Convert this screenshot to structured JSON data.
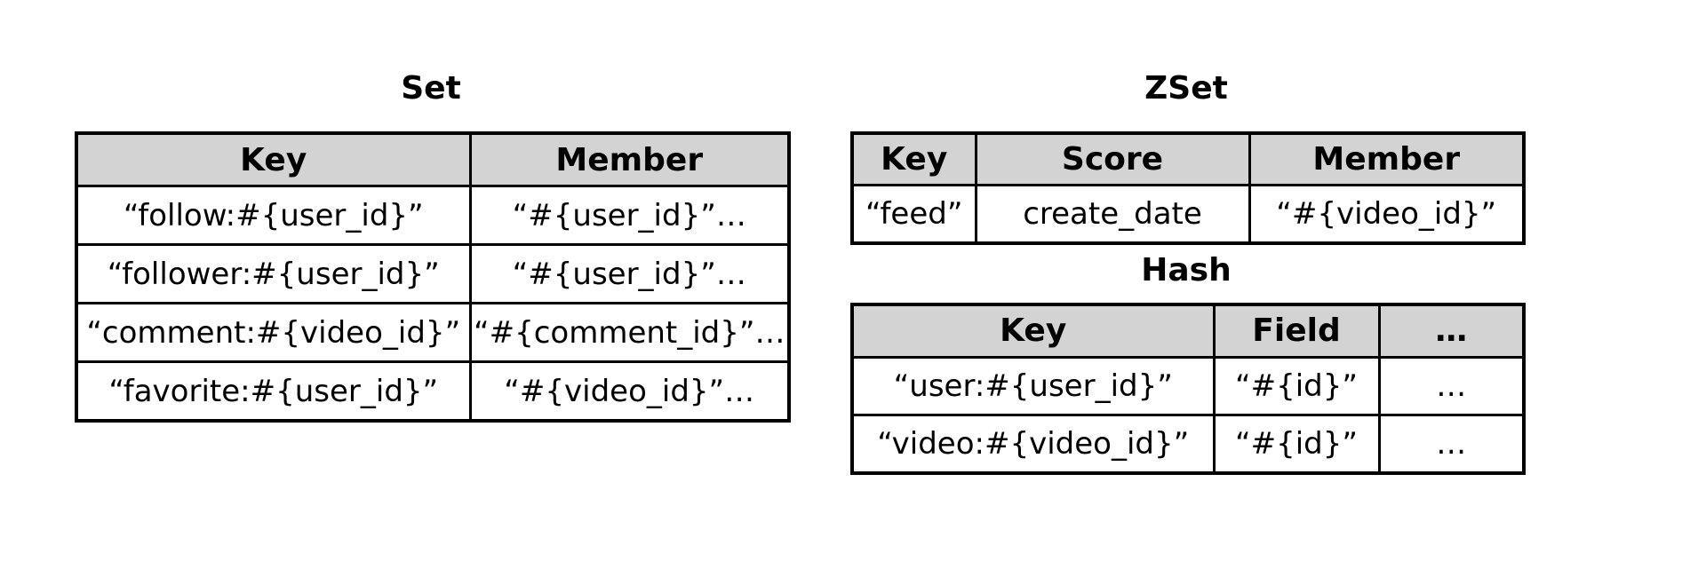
{
  "set": {
    "title": "Set",
    "headers": [
      "Key",
      "Member"
    ],
    "rows": [
      [
        "“follow:#{user_id}”",
        "“#{user_id}”…"
      ],
      [
        "“follower:#{user_id}”",
        "“#{user_id}”…"
      ],
      [
        "“comment:#{video_id}”",
        "“#{comment_id}”…"
      ],
      [
        "“favorite:#{user_id}”",
        "“#{video_id}”…"
      ]
    ]
  },
  "zset": {
    "title": "ZSet",
    "headers": [
      "Key",
      "Score",
      "Member"
    ],
    "rows": [
      [
        "“feed”",
        "create_date",
        "“#{video_id}”"
      ]
    ]
  },
  "hash": {
    "title": "Hash",
    "headers": [
      "Key",
      "Field",
      "…"
    ],
    "rows": [
      [
        "“user:#{user_id}”",
        "“#{id}”",
        "…"
      ],
      [
        "“video:#{video_id}”",
        "“#{id}”",
        "…"
      ]
    ]
  }
}
